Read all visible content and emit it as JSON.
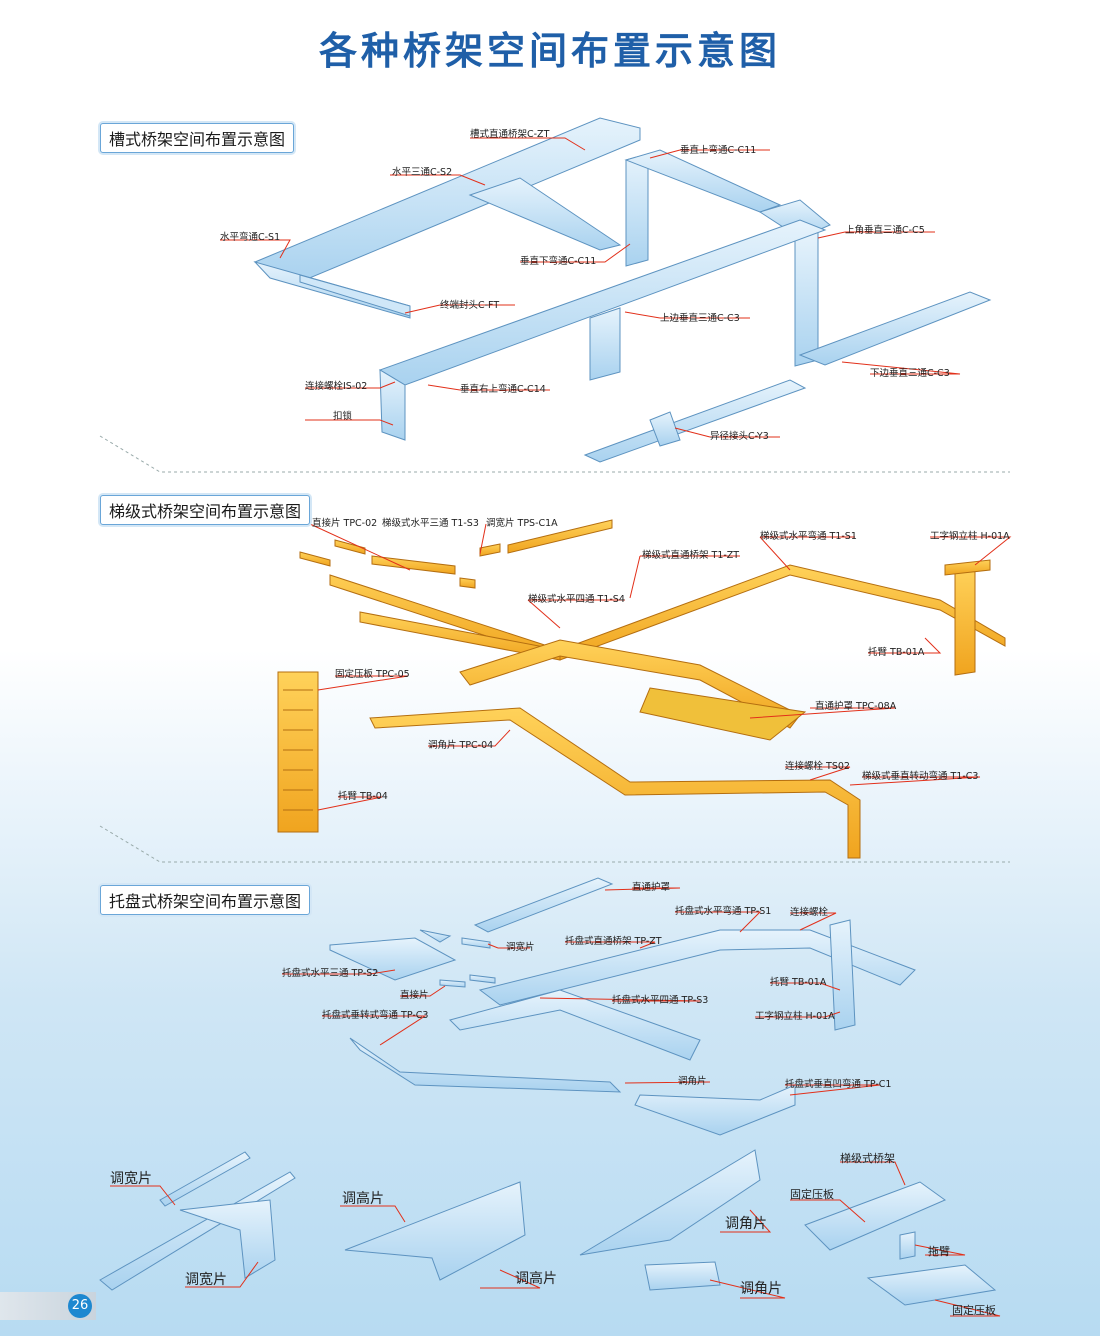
{
  "title": "各种桥架空间布置示意图",
  "colors": {
    "title": "#1f5fa8",
    "tray_blue": "#b9dcf3",
    "ladder_orange": "#f5b731",
    "leader_red": "#e2301a"
  },
  "sections": {
    "trough": {
      "header": "槽式桥架空间布置示意图",
      "labels": {
        "straight": "槽式直通桥架C-ZT",
        "tee": "水平三通C-S2",
        "vertical_up": "垂直上弯通C-C11",
        "horizontal_bend": "水平弯通C-S1",
        "vertical_down": "垂直下弯通C-C11",
        "top_corner_tee": "上角垂直三通C-C5",
        "end_cap": "终端封头C-FT",
        "upper_tee": "上边垂直三通C-C3",
        "bolt": "连接螺栓IS-02",
        "right_up": "垂直右上弯通C-C14",
        "lower_tee": "下边垂直三通C-C3",
        "lock": "扣锁",
        "reducer": "异径接头C-Y3"
      }
    },
    "ladder": {
      "header": "梯级式桥架空间布置示意图",
      "labels": {
        "straight_piece": "直接片 TPC-02",
        "ladder_tee": "梯级式水平三通 T1-S3",
        "width_piece": "调宽片 TPS-C1A",
        "ladder_bend": "梯级式水平弯通 T1-S1",
        "i_beam": "工字钢立柱 H-01A",
        "ladder_straight": "梯级式直通桥架 T1-ZT",
        "ladder_cross": "梯级式水平四通 T1-S4",
        "arm": "托臂 TB-01A",
        "fixed_plate": "固定压板 TPC-05",
        "cover": "直通护罩 TPC-08A",
        "angle_piece": "调角片 TPC-04",
        "bolt": "连接螺栓 TS02",
        "ladder_vertical": "梯级式垂直转动弯通 T1-C3",
        "arm2": "托臂 TB-04"
      }
    },
    "tray": {
      "header": "托盘式桥架空间布置示意图",
      "labels": {
        "cover": "直通护罩",
        "tray_bend": "托盘式水平弯通 TP-S1",
        "bolt": "连接螺栓",
        "width": "调宽片",
        "tray_straight": "托盘式直通桥架 TP-ZT",
        "tray_tee": "托盘式水平三通 TP-S2",
        "arm": "托臂 TB-01A",
        "straight_piece": "直接片",
        "tray_cross": "托盘式水平四通 TP-S3",
        "tray_rotate": "托盘式垂转式弯通 TP-C3",
        "i_beam": "工字钢立柱 H-01A",
        "angle": "调角片",
        "tray_vertical": "托盘式垂直凹弯通 TP-C1"
      }
    },
    "parts": {
      "width1": "调宽片",
      "width2": "调宽片",
      "height1": "调高片",
      "height2": "调高片",
      "angle1": "调角片",
      "angle2": "调角片",
      "ladder_tray": "梯级式桥架",
      "fixed_plate": "固定压板",
      "drag_arm": "拖臂",
      "fixed_plate2": "固定压板"
    }
  },
  "page_number": "26"
}
